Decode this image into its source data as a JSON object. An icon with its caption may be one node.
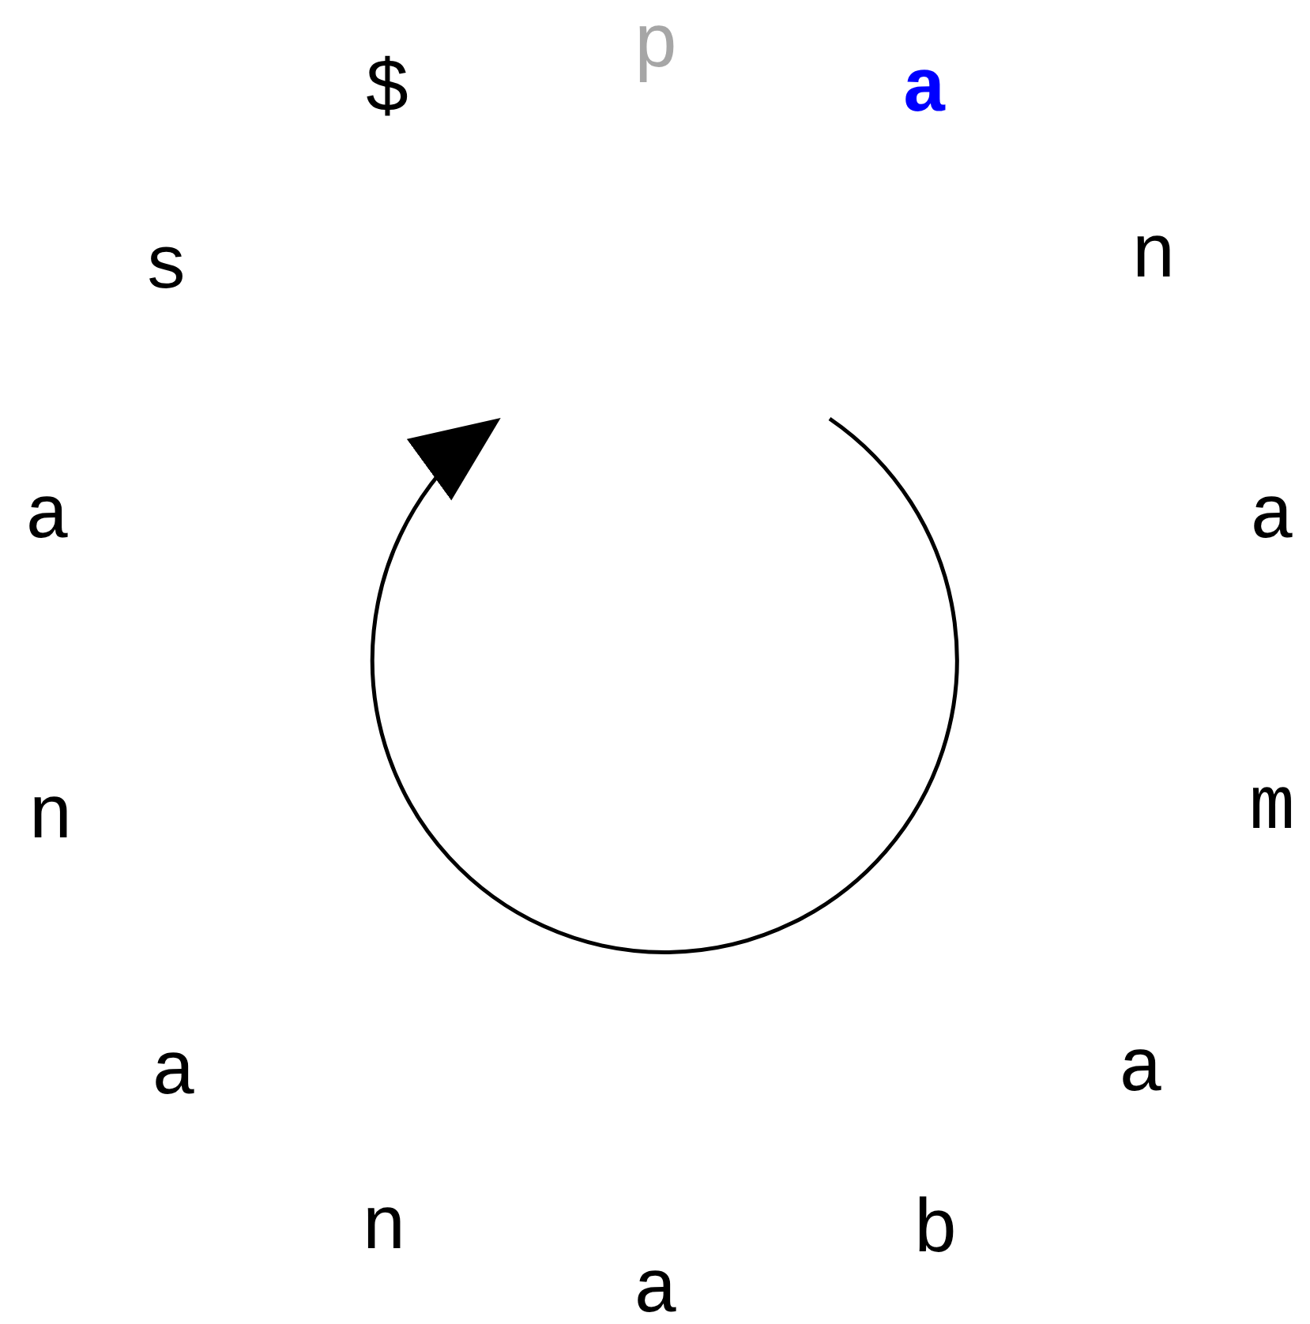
{
  "diagram": {
    "labels": [
      "p",
      "a",
      "n",
      "a",
      "m",
      "a",
      "b",
      "a",
      "n",
      "a",
      "n",
      "a",
      "s",
      "$"
    ]
  }
}
